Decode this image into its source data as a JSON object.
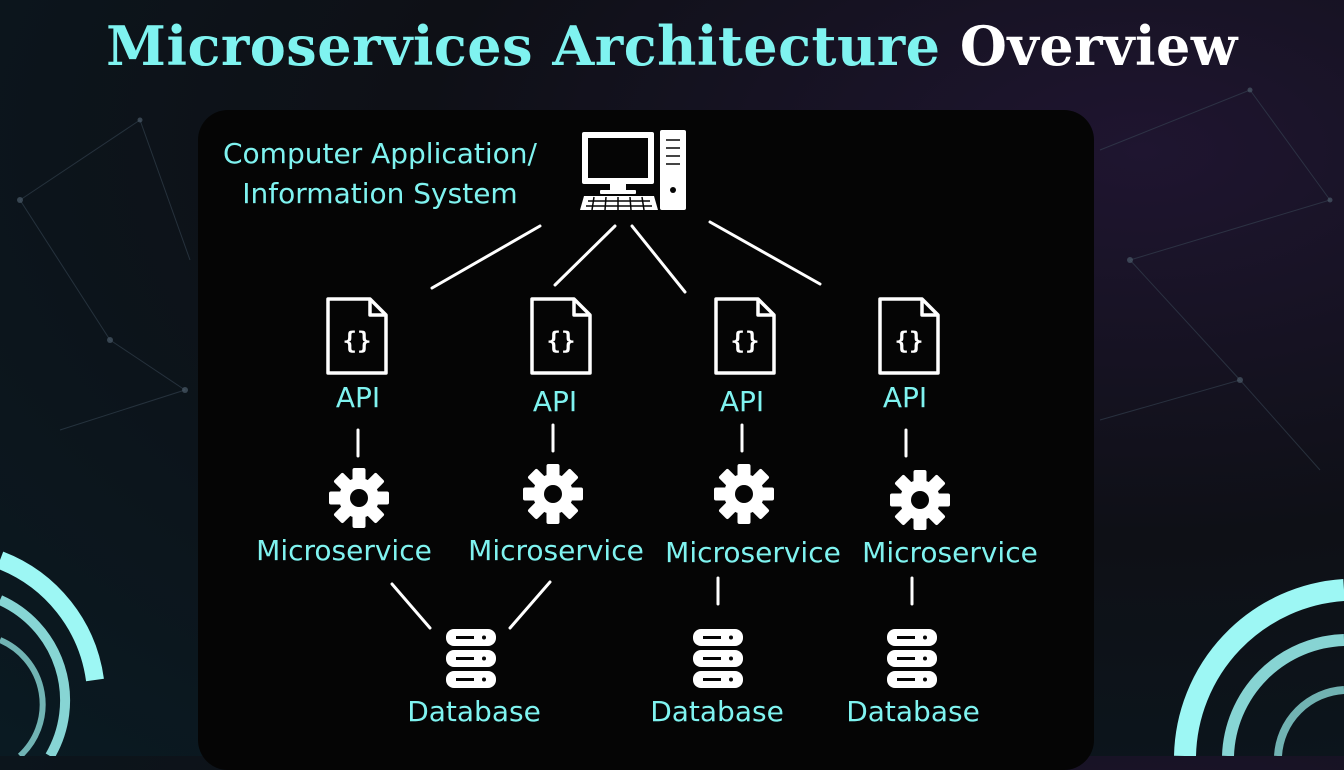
{
  "title": {
    "main": "Microservices Architecture",
    "accent": "Overview"
  },
  "system": {
    "label_line1": "Computer Application/",
    "label_line2": "Information System",
    "icon": "desktop-computer-icon"
  },
  "services": [
    {
      "api_label": "API",
      "service_label": "Microservice"
    },
    {
      "api_label": "API",
      "service_label": "Microservice"
    },
    {
      "api_label": "API",
      "service_label": "Microservice"
    },
    {
      "api_label": "API",
      "service_label": "Microservice"
    }
  ],
  "databases": [
    {
      "label": "Database"
    },
    {
      "label": "Database"
    },
    {
      "label": "Database"
    }
  ],
  "icons": {
    "api": "api-file-icon",
    "service": "gear-icon",
    "database": "database-icon"
  },
  "colors": {
    "accent": "#7ff3f0",
    "text_white": "#ffffff",
    "panel": "#050505",
    "ring": "#9df7f4"
  }
}
